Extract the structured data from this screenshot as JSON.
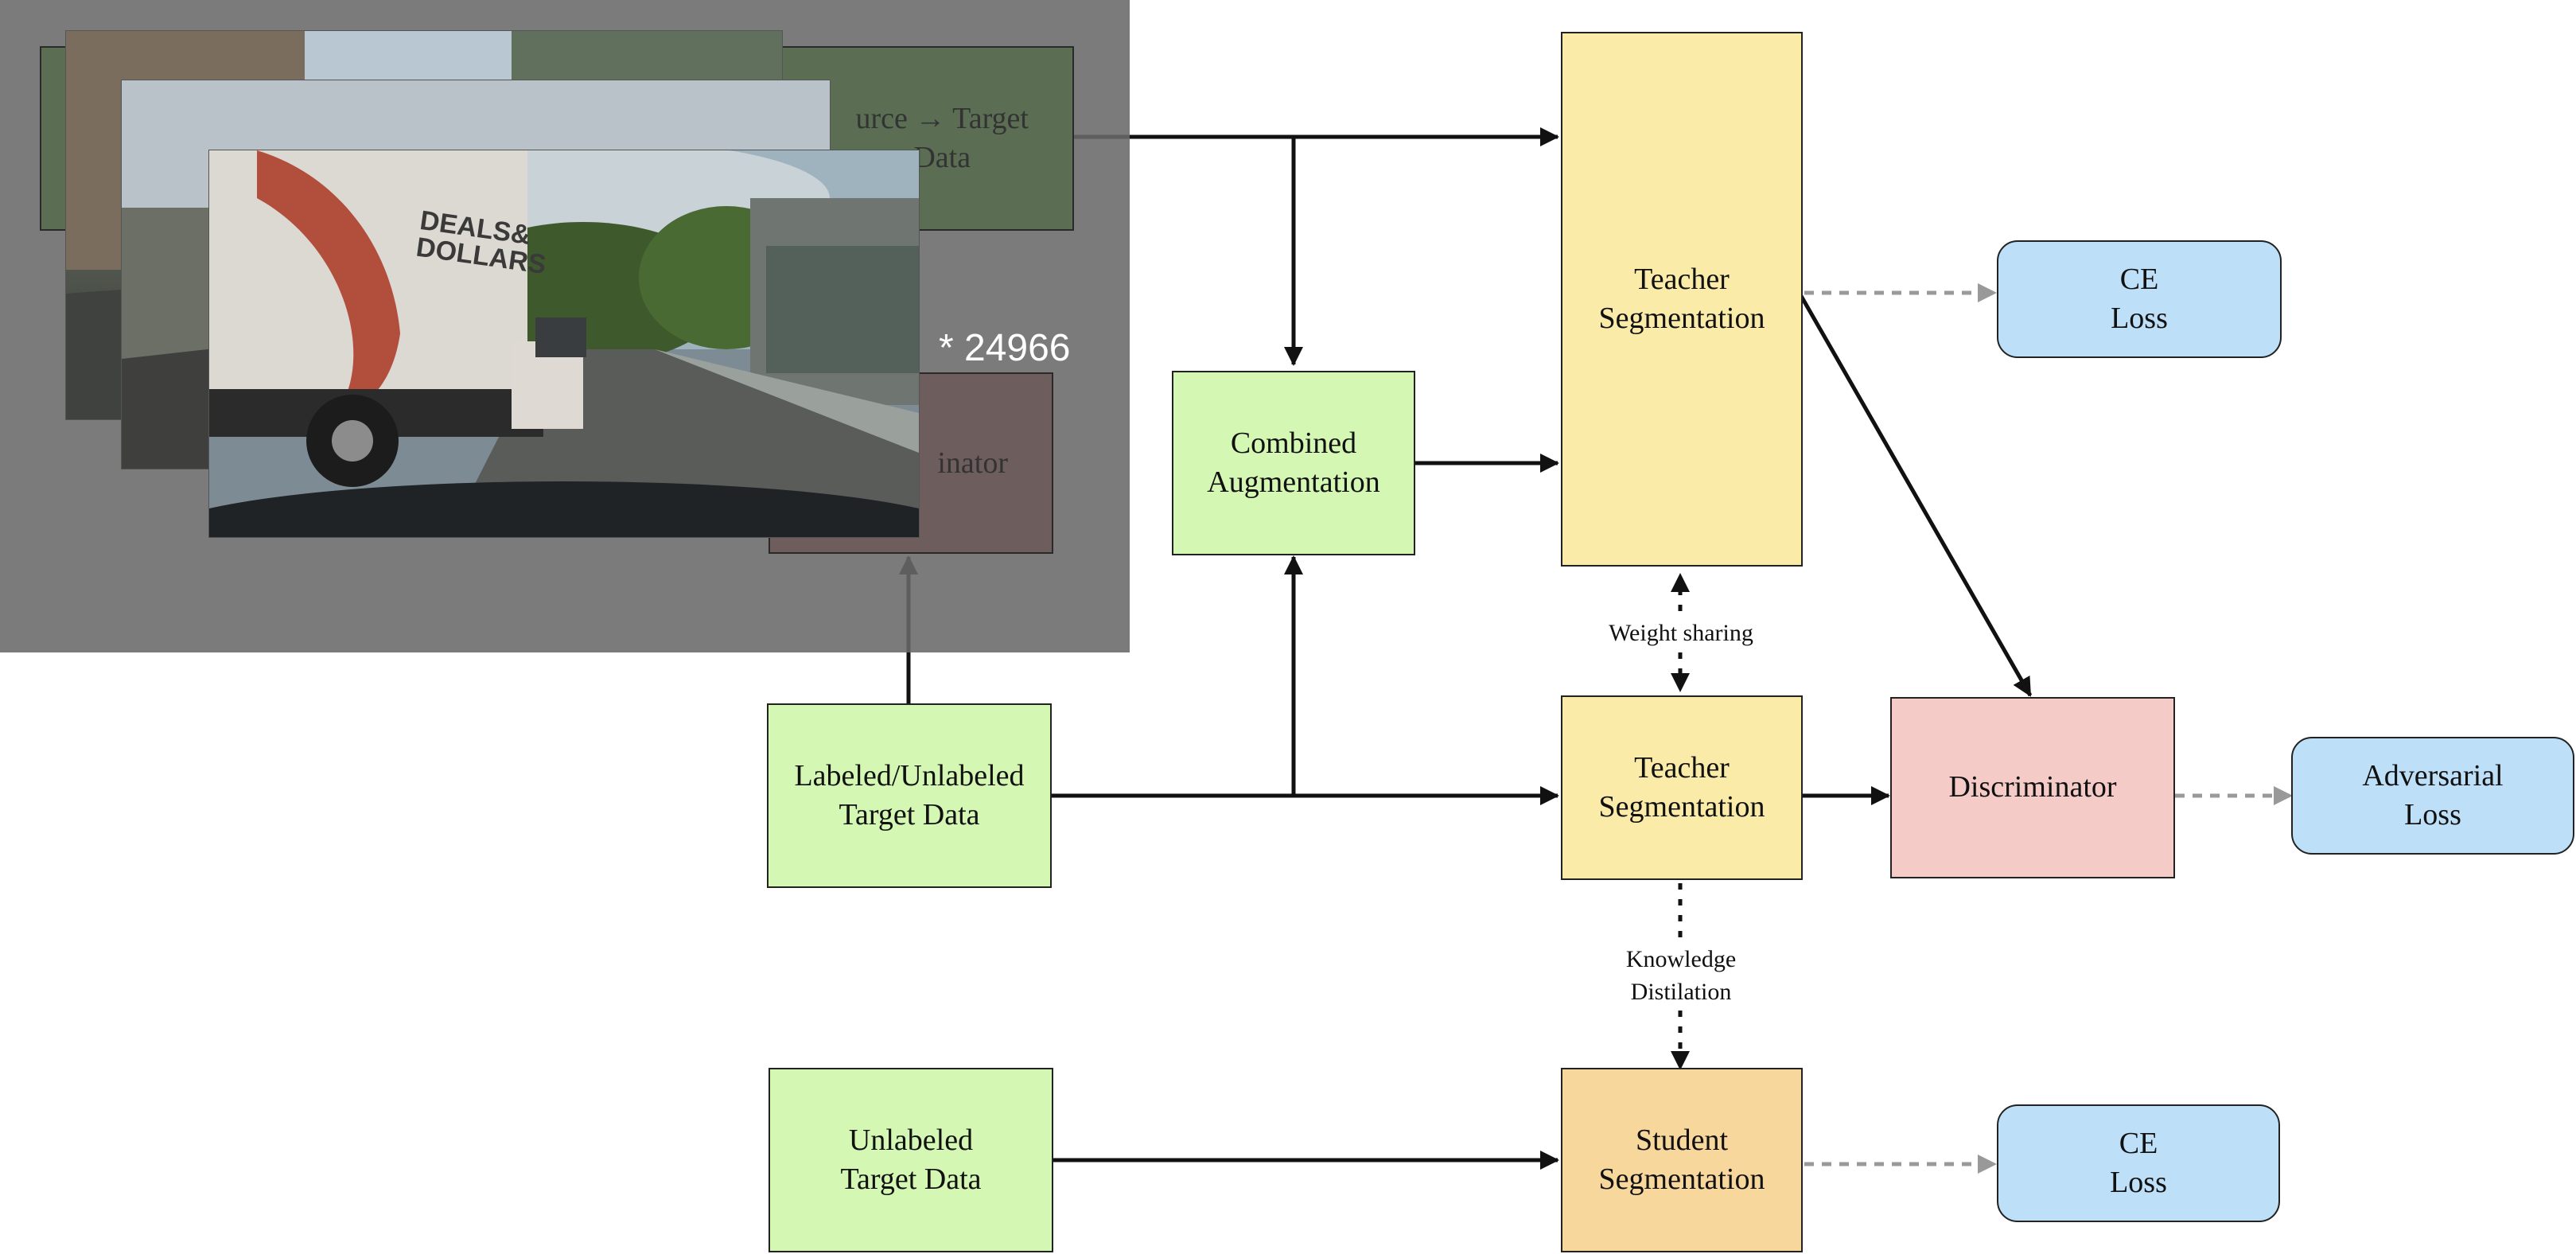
{
  "colors": {
    "input": "#d4f7b4",
    "teacher": "#fbeba8",
    "student": "#f8d79d",
    "discriminator": "#f5cbc7",
    "loss": "#bddff8",
    "overlay": "#696969",
    "loss_arrow": "#999999"
  },
  "nodes": {
    "source_target": {
      "line1": "urce → Target",
      "line2": "Data"
    },
    "ghost_discriminator": {
      "text": "inator"
    },
    "labeled_target": {
      "line1": "Labeled/Unlabeled",
      "line2": "Target Data"
    },
    "unlabeled_target": {
      "line1": "Unlabeled",
      "line2": "Target Data"
    },
    "combined_aug": {
      "line1": "Combined",
      "line2": "Augmentation"
    },
    "teacher_top": {
      "line1": "Teacher",
      "line2": "Segmentation"
    },
    "teacher_mid": {
      "line1": "Teacher",
      "line2": "Segmentation"
    },
    "student": {
      "line1": "Student",
      "line2": "Segmentation"
    },
    "discriminator": {
      "text": "Discriminator"
    },
    "ce_loss_top": {
      "line1": "CE",
      "line2": "Loss"
    },
    "adv_loss": {
      "line1": "Adversarial",
      "line2": "Loss"
    },
    "ce_loss_bottom": {
      "line1": "CE",
      "line2": "Loss"
    }
  },
  "edge_labels": {
    "weight_sharing": "Weight sharing",
    "kd_line1": "Knowledge",
    "kd_line2": "Distilation"
  },
  "overlay": {
    "count": "* 24966",
    "truck_text_1": "DEALS&",
    "truck_text_2": "DOLLARS"
  }
}
